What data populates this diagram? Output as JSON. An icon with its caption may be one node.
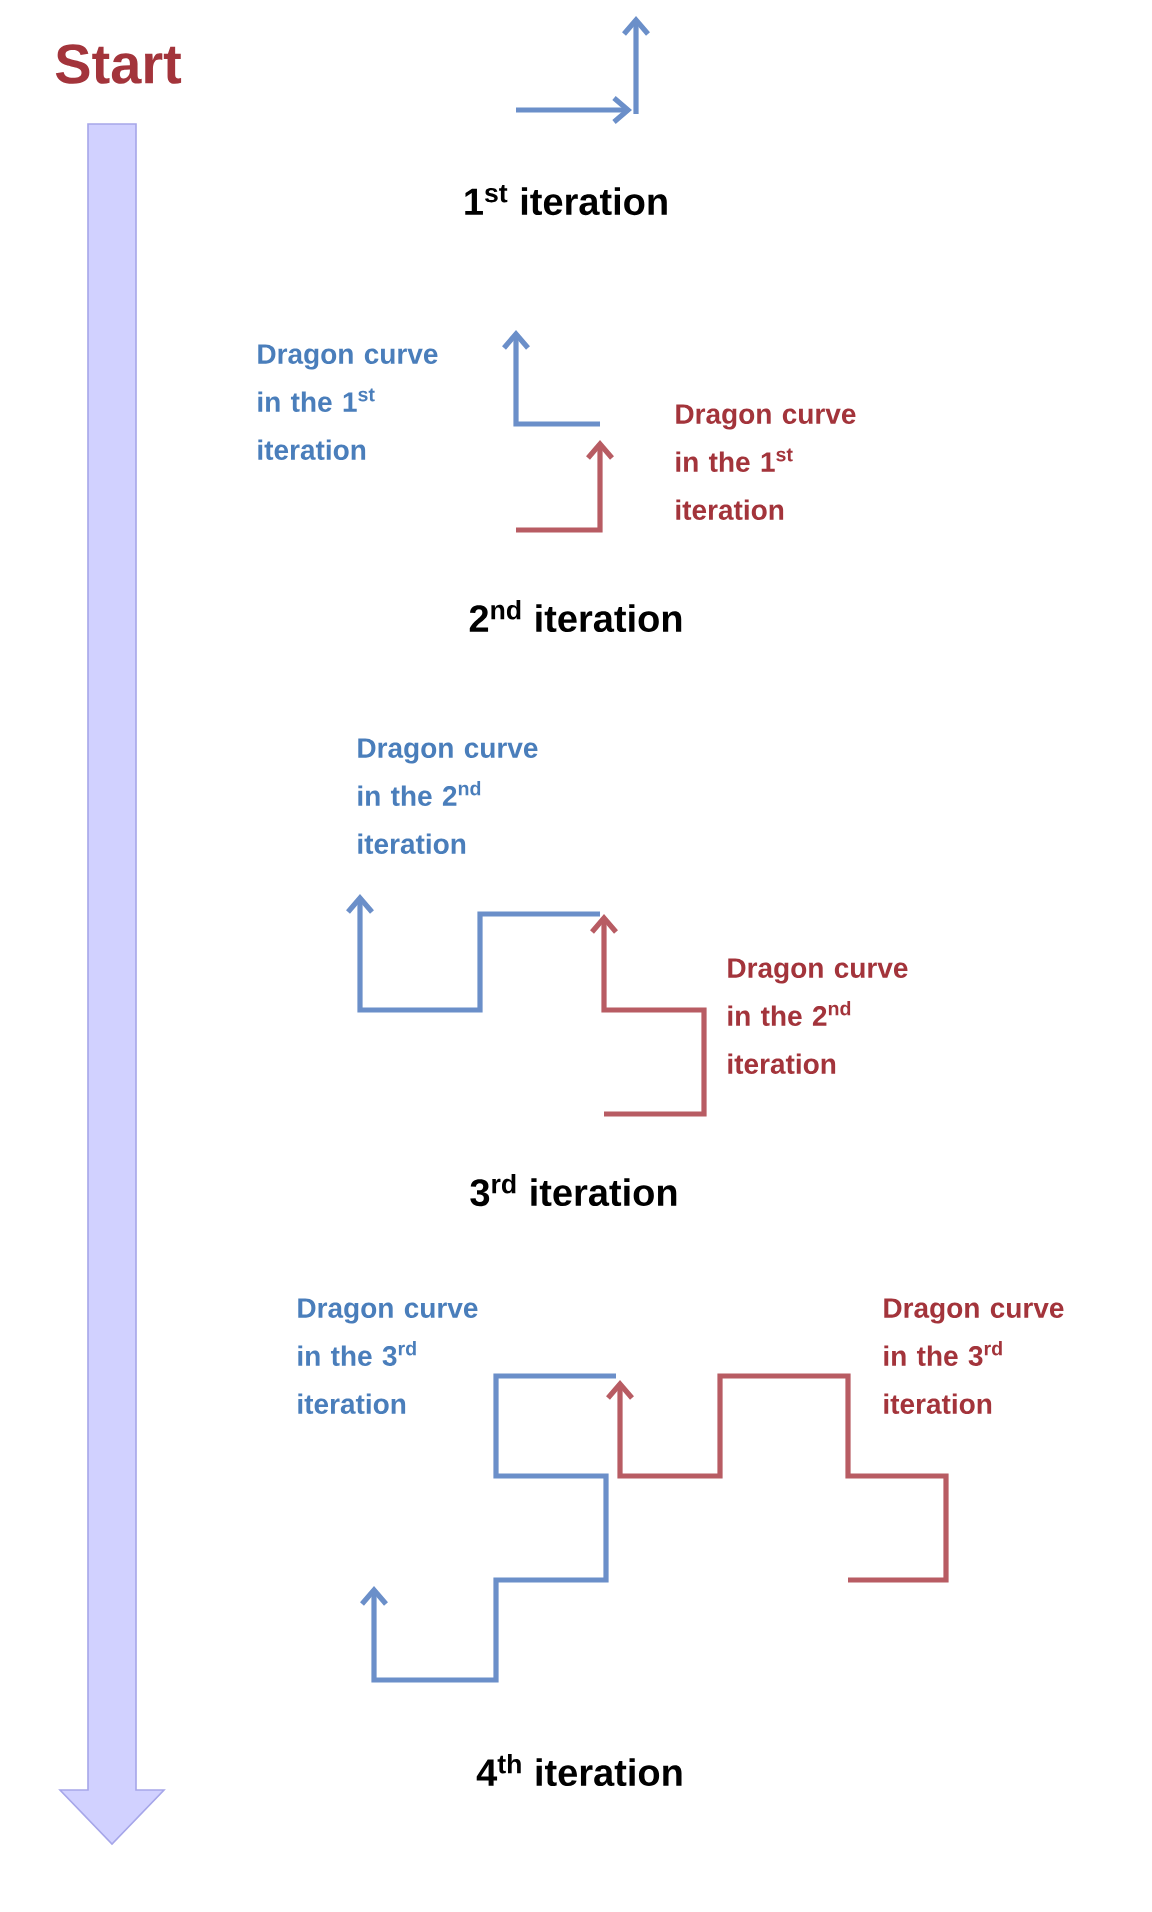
{
  "diagram": {
    "labels": [
      "Start",
      "1$^{st}$ iteration",
      "Dragon curve in the 1$^{st}$ iteration",
      "Dragon curve in the 1$^{st}$ iteration",
      "2$^{nd}$ iteration",
      "Dragon curve in the 2$^{nd}$ iteration",
      "Dragon curve in the 2$^{nd}$ iteration",
      "3$^{rd}$ iteration",
      "Dragon curve in the 3$^{rd}$ iteration",
      "Dragon curve in the 3$^{rd}$ iteration",
      "4$^{th}$ iteration"
    ]
  }
}
